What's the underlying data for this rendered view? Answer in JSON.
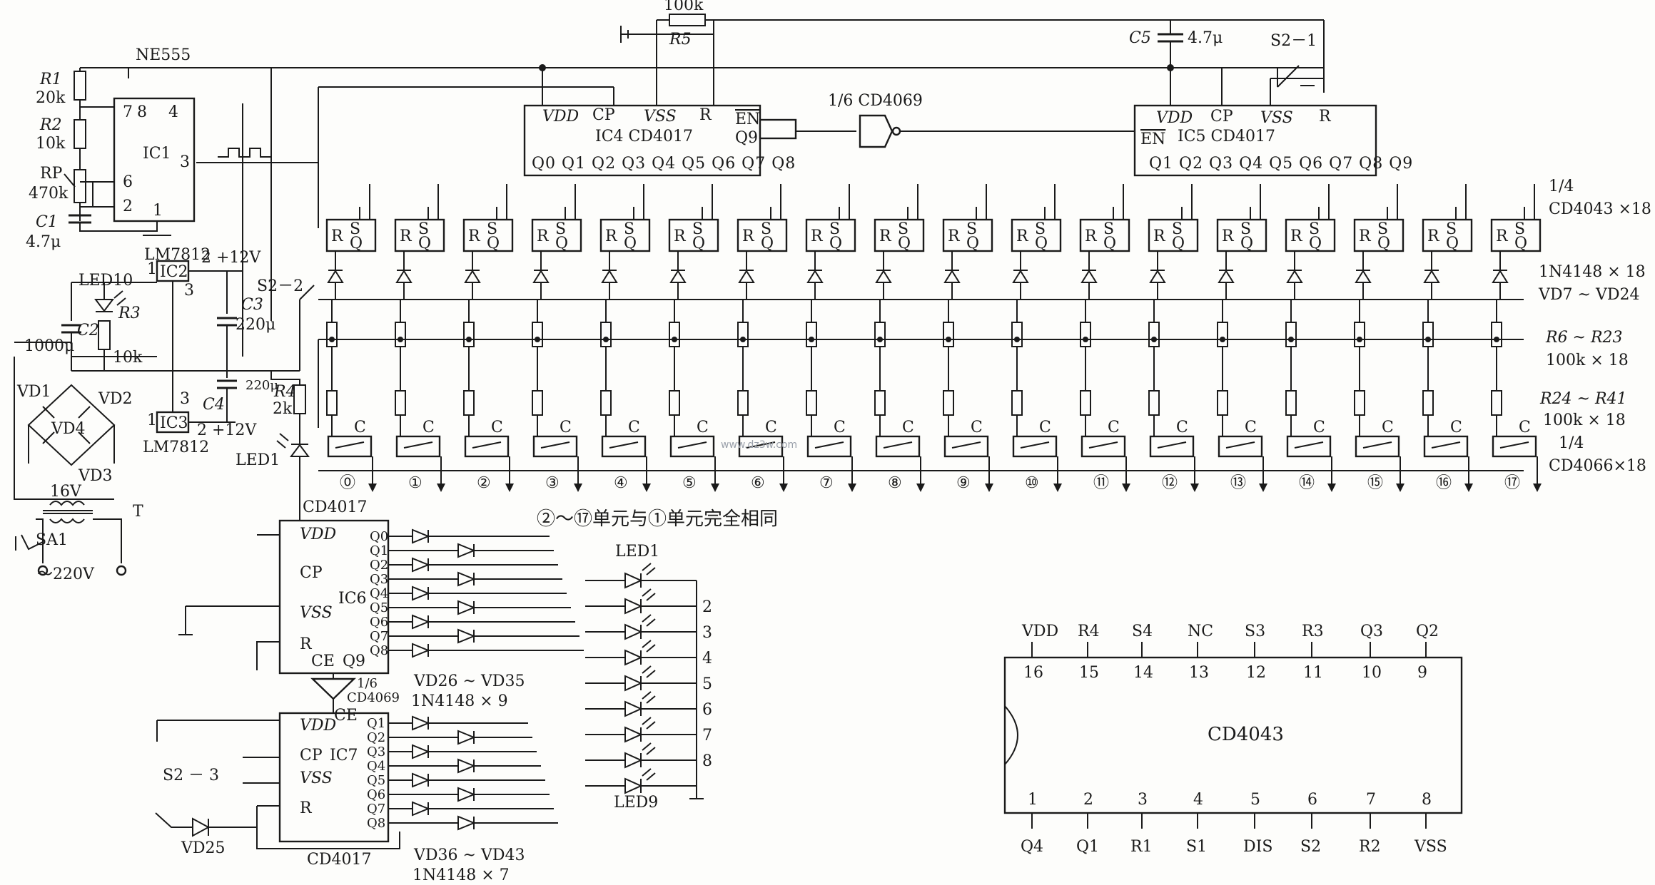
{
  "top": {
    "r5_value": "100k",
    "r5_name": "R5",
    "c5_name": "C5",
    "c5_value": "4.7μ",
    "s2_1": "S2－1",
    "inverter_label": "1/6 CD4069"
  },
  "ic1": {
    "chip": "NE555",
    "name": "IC1",
    "r1_name": "R1",
    "r1_value": "20k",
    "r2_name": "R2",
    "r2_value": "10k",
    "rp_name": "RP",
    "rp_value": "470k",
    "c1_name": "C1",
    "c1_value": "4.7μ",
    "pins": [
      "7",
      "8",
      "4",
      "6",
      "2",
      "1",
      "3"
    ]
  },
  "ic4": {
    "vdd": "VDD",
    "cp": "CP",
    "vss": "VSS",
    "r": "R",
    "en": "EN",
    "q9": "Q9",
    "name": "IC4 CD4017",
    "outputs": "Q0 Q1 Q2 Q3 Q4 Q5 Q6 Q7 Q8"
  },
  "ic5": {
    "vdd": "VDD",
    "cp": "CP",
    "vss": "VSS",
    "r": "R",
    "en": "EN",
    "name": "IC5 CD4017",
    "outputs": "Q1 Q2 Q3 Q4 Q5 Q6 Q7 Q8 Q9"
  },
  "latch": {
    "r": "R",
    "s": "S",
    "q": "Q",
    "c": "C"
  },
  "right_labels": {
    "cd4043_frac": "1/4",
    "cd4043": "CD4043 ×18",
    "diodes": "1N4148 × 18",
    "diode_range": "VD7 ~ VD24",
    "r6_range": "R6 ~ R23",
    "r6_value": "100k × 18",
    "r24_range": "R24 ~  R41",
    "r24_value": "100k × 18",
    "cd4066_frac": "1/4",
    "cd4066": "CD4066×18"
  },
  "units": [
    "⓪",
    "①",
    "②",
    "③",
    "④",
    "⑤",
    "⑥",
    "⑦",
    "⑧",
    "⑨",
    "⑩",
    "⑪",
    "⑫",
    "⑬",
    "⑭",
    "⑮",
    "⑯",
    "⑰"
  ],
  "unit_note": "②～⑰单元与①单元完全相同",
  "power": {
    "led10": "LED10",
    "lm7812_top": "LM7812",
    "ic2": "IC2",
    "plus12_top": "2 +12V",
    "pin1_top": "1",
    "pin3_top": "3",
    "ic3": "IC3",
    "plus12_bot": "2 +12V",
    "pin1_bot": "1",
    "pin3_bot": "3",
    "lm7812_bot": "LM7812",
    "c2_value": "1000μ",
    "c2_name": "C2",
    "r3_name": "R3",
    "r3_value": "10k",
    "c3_name": "C3",
    "c3_value": "220μ",
    "c4_name": "C4",
    "c4_value": "220μ",
    "r4_name": "R4",
    "r4_value": "2k",
    "s2_2": "S2－2",
    "led1": "LED1",
    "vd1": "VD1",
    "vd2": "VD2",
    "vd3": "VD3",
    "vd4": "VD4",
    "transformer_v": "16V",
    "transformer": "T",
    "sa1": "SA1",
    "mains": "～220V"
  },
  "ic6": {
    "chip": "CD4017",
    "name": "IC6",
    "vdd": "VDD",
    "cp": "CP",
    "vss": "VSS",
    "r": "R",
    "ce": "CE",
    "q9": "Q9",
    "outputs": [
      "Q0",
      "Q1",
      "Q2",
      "Q3",
      "Q4",
      "Q5",
      "Q6",
      "Q7",
      "Q8"
    ],
    "inv_frac": "1/6",
    "inv": "CD4069",
    "diodes": "VD26 ~ VD35",
    "diode_type": "1N4148 × 9"
  },
  "ic7": {
    "chip": "CD4017",
    "name": "IC7",
    "vdd": "VDD",
    "cp": "CP",
    "vss": "VSS",
    "r": "R",
    "ce": "CE",
    "outputs": [
      "Q1",
      "Q2",
      "Q3",
      "Q4",
      "Q5",
      "Q6",
      "Q7",
      "Q8"
    ],
    "diodes": "VD36 ~ VD43",
    "diode_type": "1N4148 × 7"
  },
  "leds": {
    "top": "LED1",
    "bottom": "LED9",
    "numbers": [
      "2",
      "3",
      "4",
      "5",
      "6",
      "7",
      "8"
    ]
  },
  "s2_3": "S2 － 3",
  "vd25": "VD25",
  "pinout": {
    "chip": "CD4043",
    "top_names": [
      "VDD",
      "R4",
      "S4",
      "NC",
      "S3",
      "R3",
      "Q3",
      "Q2"
    ],
    "top_pins": [
      "16",
      "15",
      "14",
      "13",
      "12",
      "11",
      "10",
      "9"
    ],
    "bottom_pins": [
      "1",
      "2",
      "3",
      "4",
      "5",
      "6",
      "7",
      "8"
    ],
    "bottom_names": [
      "Q4",
      "Q1",
      "R1",
      "S1",
      "DIS",
      "S2",
      "R2",
      "VSS"
    ]
  },
  "watermark": "www.dz3w.com"
}
